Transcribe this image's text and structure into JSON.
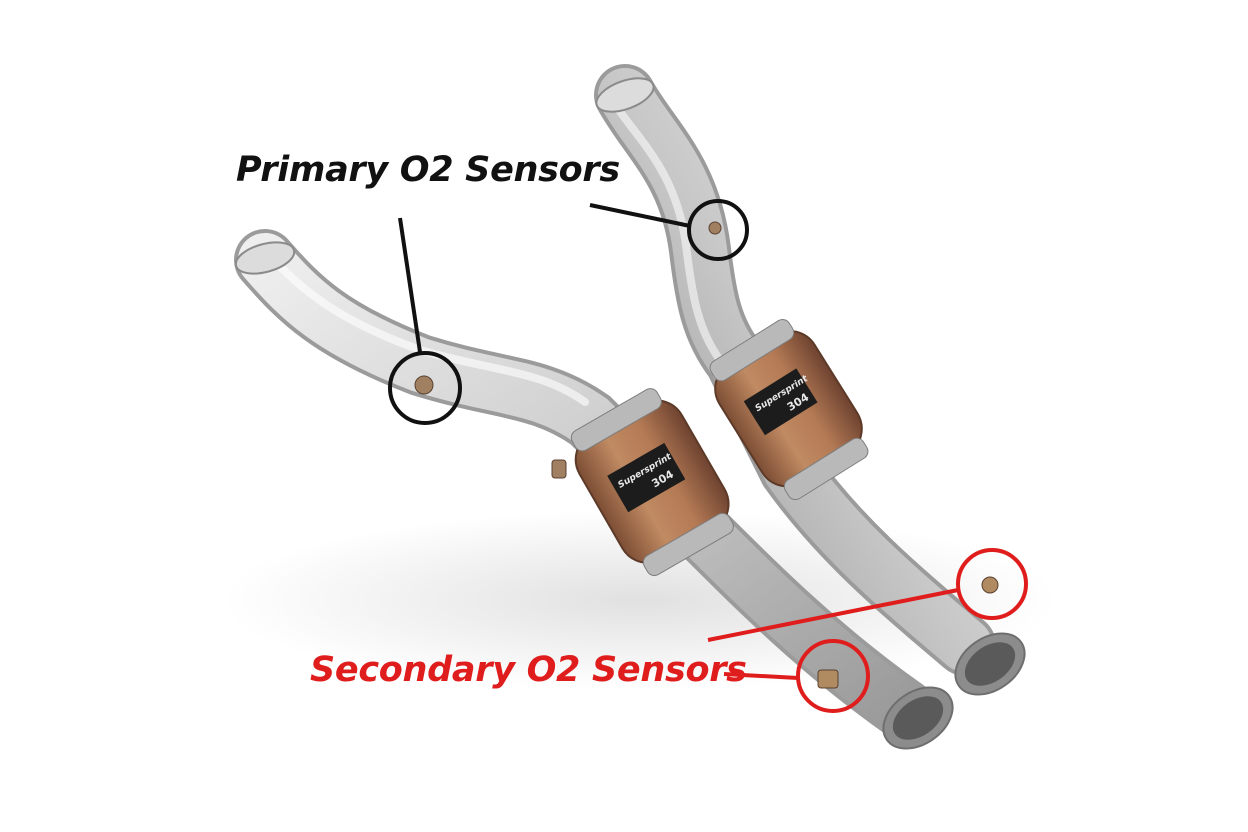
{
  "labels": {
    "primary": "Primary O2 Sensors",
    "secondary": "Secondary O2 Sensors"
  },
  "branding": {
    "logo_text": "Supersprint",
    "grade_text": "304"
  },
  "colors": {
    "background": "#ffffff",
    "primary_label": "#111111",
    "secondary_label": "#e01d1d",
    "primary_marker": "#111111",
    "secondary_marker": "#e01d1d",
    "steel": "#c9c9c9",
    "catalyst_copper": "#a06a48"
  },
  "icons": {
    "primary_marker": "circle-outline-icon",
    "secondary_marker": "circle-outline-icon"
  }
}
